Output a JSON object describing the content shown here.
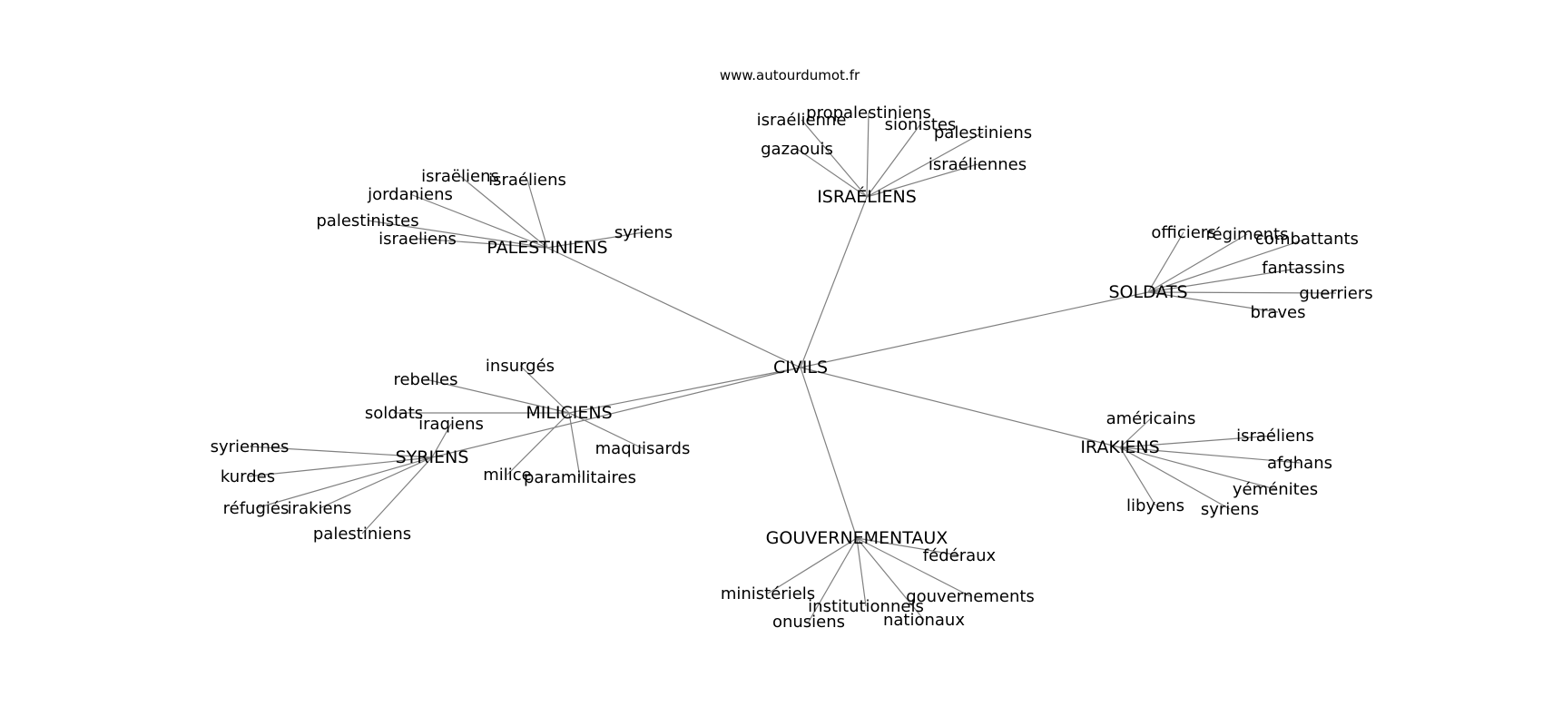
{
  "source": "www.autourdumot.fr",
  "center": "CIVILS",
  "hubs": [
    {
      "label": "ISRAÉLIENS",
      "leaves": [
        "israélienne",
        "propalestiniens",
        "sionistes",
        "palestiniens",
        "gazaouis",
        "israéliennes"
      ]
    },
    {
      "label": "PALESTINIENS",
      "leaves": [
        "israëliens",
        "israéliens",
        "jordaniens",
        "palestinistes",
        "israeliens",
        "syriens"
      ]
    },
    {
      "label": "SOLDATS",
      "leaves": [
        "officiers",
        "régiments",
        "combattants",
        "fantassins",
        "guerriers",
        "braves"
      ]
    },
    {
      "label": "MILICIENS",
      "leaves": [
        "insurgés",
        "rebelles",
        "soldats",
        "maquisards",
        "milice",
        "paramilitaires"
      ]
    },
    {
      "label": "SYRIENS",
      "leaves": [
        "iraqiens",
        "syriennes",
        "kurdes",
        "réfugiés",
        "irakiens",
        "palestiniens"
      ]
    },
    {
      "label": "IRAKIENS",
      "leaves": [
        "américains",
        "israéliens",
        "afghans",
        "yéménites",
        "libyens",
        "syriens"
      ]
    },
    {
      "label": "GOUVERNEMENTAUX",
      "leaves": [
        "fédéraux",
        "ministériels",
        "gouvernements",
        "institutionnels",
        "onusiens",
        "nationaux"
      ]
    }
  ]
}
